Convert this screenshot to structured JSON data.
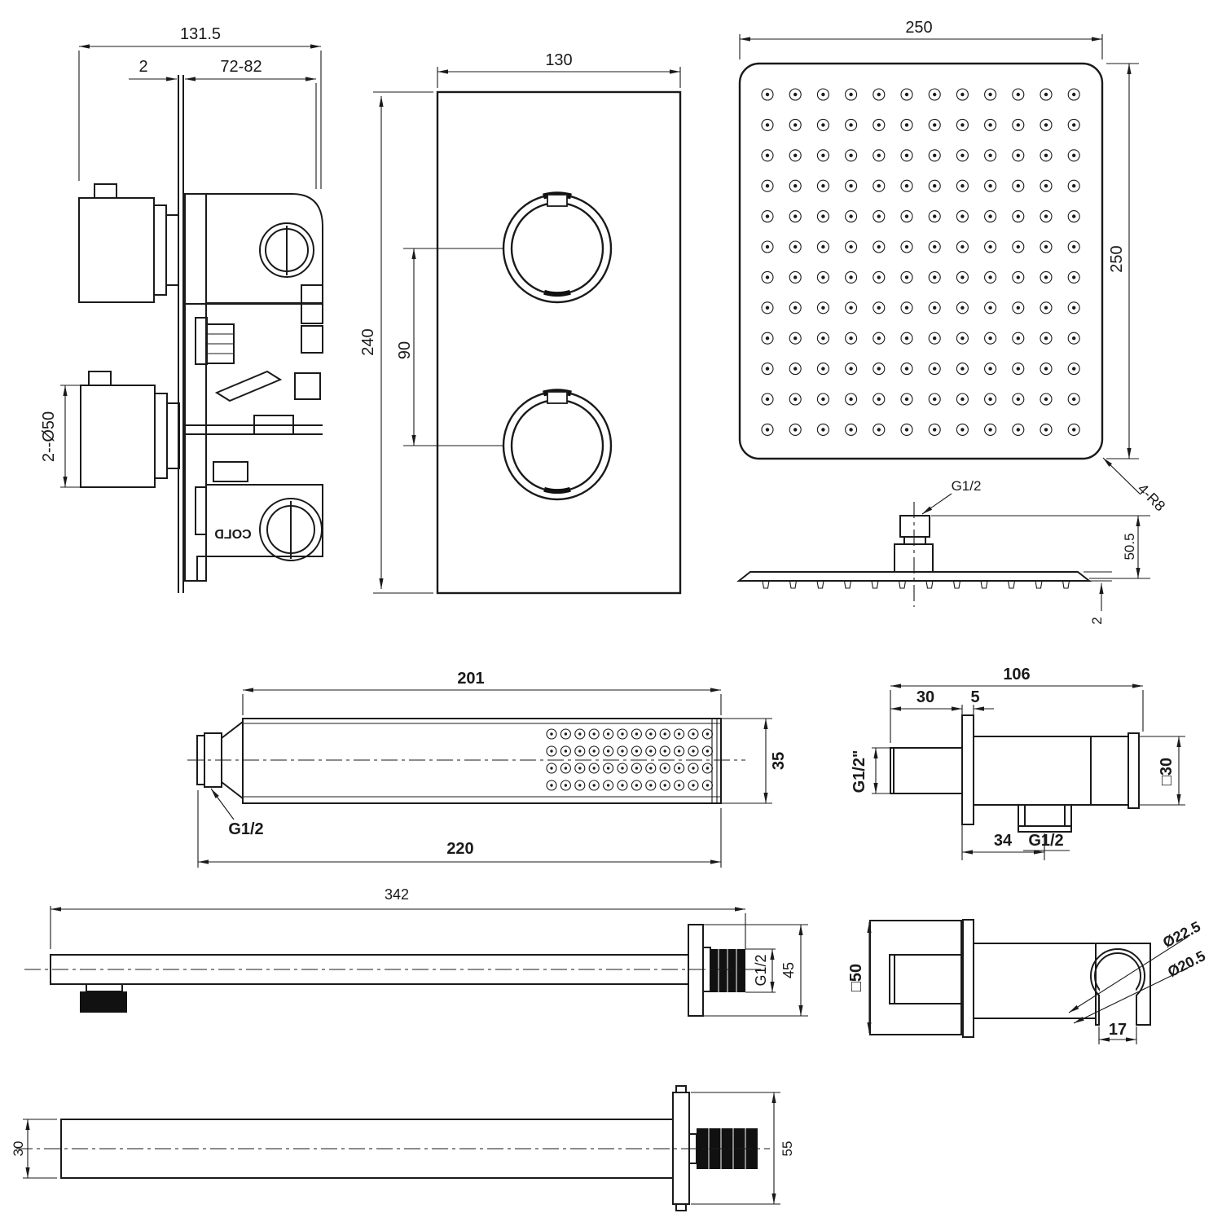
{
  "colors": {
    "background": "#ffffff",
    "line": "#1a1a1a"
  },
  "views": {
    "valve_side": {
      "overall_width": "131.5",
      "plate_thickness": "2",
      "mount_depth": "72-82",
      "handles_dia": "2--Ø50",
      "cold_marking": "COLD"
    },
    "valve_front": {
      "plate_width": "130",
      "plate_height": "240",
      "handle_spacing": "90"
    },
    "head_top": {
      "width": "250",
      "depth": "250",
      "corner_radius": "4-R8"
    },
    "head_side": {
      "inlet_thread": "G1/2",
      "connector_height": "50.5",
      "edge_thickness": "2"
    },
    "hand_shower": {
      "body_length": "201",
      "total_length": "220",
      "width": "35",
      "inlet_thread": "G1/2"
    },
    "outlet_elbow": {
      "total_depth": "106",
      "inlet_length": "30",
      "flange_thickness": "5",
      "inlet_thread": "G1/2\"",
      "body_square": "□30",
      "outlet_offset": "34",
      "outlet_thread": "G1/2"
    },
    "arm_side": {
      "length": "342",
      "thread": "G1/2",
      "flange_size": "45"
    },
    "handset_holder": {
      "plate_square": "□50",
      "ring_outer_dia": "Ø22.5",
      "ring_inner_dia": "Ø20.5",
      "ring_depth": "17"
    },
    "arm_top": {
      "tube_width": "30",
      "flange_size": "55"
    }
  }
}
